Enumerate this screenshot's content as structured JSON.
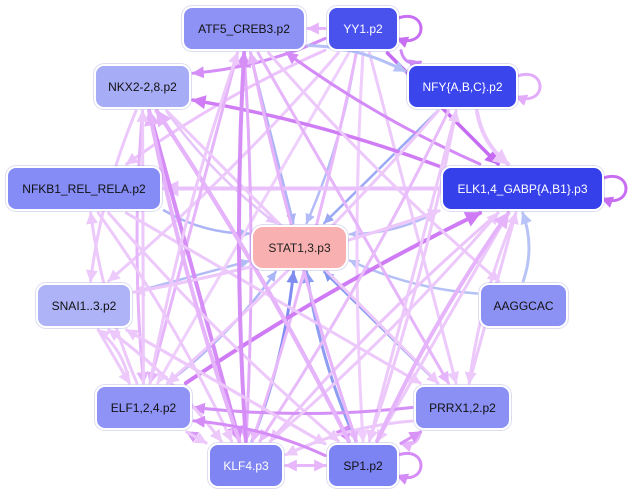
{
  "nodes": [
    {
      "id": "stat",
      "label": "STAT1,3.p3",
      "color": "#f9b0b0",
      "tone": "center"
    },
    {
      "id": "atf5",
      "label": "ATF5_CREB3.p2",
      "color": "#8e92f5",
      "tone": "mid"
    },
    {
      "id": "yy1",
      "label": "YY1.p2",
      "color": "#4a52ee",
      "tone": "dark"
    },
    {
      "id": "nkx2",
      "label": "NKX2-2,8.p2",
      "color": "#a7acf6",
      "tone": "mid"
    },
    {
      "id": "nfy",
      "label": "NFY{A,B,C}.p2",
      "color": "#3b45ec",
      "tone": "dark"
    },
    {
      "id": "nfkb",
      "label": "NFKB1_REL_RELA.p2",
      "color": "#858cf5",
      "tone": "mid"
    },
    {
      "id": "elk",
      "label": "ELK1,4_GABP{A,B1}.p3",
      "color": "#3640ea",
      "tone": "dark"
    },
    {
      "id": "snai",
      "label": "SNAI1..3.p2",
      "color": "#aeb3f7",
      "tone": "mid"
    },
    {
      "id": "aagg",
      "label": "AAGGCAC",
      "color": "#8c91f4",
      "tone": "mid"
    },
    {
      "id": "elf",
      "label": "ELF1,2,4.p2",
      "color": "#8e93f5",
      "tone": "mid"
    },
    {
      "id": "prrx",
      "label": "PRRX1,2.p2",
      "color": "#8a90f4",
      "tone": "mid"
    },
    {
      "id": "klf4",
      "label": "KLF4.p3",
      "color": "#7f86f3",
      "tone": "dark"
    },
    {
      "id": "sp1",
      "label": "SP1.p2",
      "color": "#7c84f3",
      "tone": "mid"
    }
  ],
  "edges": [
    {
      "from": "atf5",
      "to": "stat",
      "color": "#a9b4f7",
      "width": 2.5
    },
    {
      "from": "yy1",
      "to": "stat",
      "color": "#b3bbf8",
      "width": 2.5
    },
    {
      "from": "nkx2",
      "to": "stat",
      "color": "#e4c4fa",
      "width": 2.5
    },
    {
      "from": "nfy",
      "to": "stat",
      "color": "#9ba8f4",
      "width": 2.5
    },
    {
      "from": "nfkb",
      "to": "stat",
      "color": "#aab4f6",
      "width": 2.5
    },
    {
      "from": "elk",
      "to": "stat",
      "color": "#b4bcf8",
      "width": 2.5
    },
    {
      "from": "snai",
      "to": "stat",
      "color": "#b4bcf8",
      "width": 2.5
    },
    {
      "from": "aagg",
      "to": "stat",
      "color": "#b4c0f6",
      "width": 2.5
    },
    {
      "from": "elf",
      "to": "stat",
      "color": "#aab6f7",
      "width": 2.5
    },
    {
      "from": "prrx",
      "to": "stat",
      "color": "#7f95ee",
      "width": 2.5
    },
    {
      "from": "klf4",
      "to": "stat",
      "color": "#7f8df0",
      "width": 3
    },
    {
      "from": "sp1",
      "to": "stat",
      "color": "#8c9df2",
      "width": 3
    },
    {
      "from": "yy1",
      "to": "atf5",
      "color": "#e7b4fb",
      "width": 3
    },
    {
      "from": "yy1",
      "to": "nkx2",
      "color": "#d58ef7",
      "width": 3
    },
    {
      "from": "yy1",
      "to": "nfy",
      "color": "#d08af6",
      "width": 3
    },
    {
      "from": "yy1",
      "to": "elk",
      "color": "#c56cf3",
      "width": 3.5
    },
    {
      "from": "yy1",
      "to": "nfkb",
      "color": "#ecc3fb",
      "width": 3
    },
    {
      "from": "yy1",
      "to": "snai",
      "color": "#eccafb",
      "width": 3
    },
    {
      "from": "yy1",
      "to": "elf",
      "color": "#efd0fc",
      "width": 3
    },
    {
      "from": "yy1",
      "to": "klf4",
      "color": "#e8b8fb",
      "width": 3
    },
    {
      "from": "yy1",
      "to": "sp1",
      "color": "#efcdfc",
      "width": 3
    },
    {
      "from": "yy1",
      "to": "prrx",
      "color": "#eccafb",
      "width": 3
    },
    {
      "from": "elk",
      "to": "nkx2",
      "color": "#cf7cf5",
      "width": 3.5
    },
    {
      "from": "elk",
      "to": "atf5",
      "color": "#d48af7",
      "width": 3
    },
    {
      "from": "elk",
      "to": "nfkb",
      "color": "#eac2fb",
      "width": 4
    },
    {
      "from": "elk",
      "to": "snai",
      "color": "#edc9fb",
      "width": 3
    },
    {
      "from": "elk",
      "to": "klf4",
      "color": "#ebc4fb",
      "width": 3
    },
    {
      "from": "elk",
      "to": "sp1",
      "color": "#ecc8fb",
      "width": 3
    },
    {
      "from": "elk",
      "to": "prrx",
      "color": "#ecc8fb",
      "width": 3
    },
    {
      "from": "elf",
      "to": "elk",
      "color": "#cf7bf5",
      "width": 4
    },
    {
      "from": "atf5",
      "to": "prrx",
      "color": "#e5b4fa",
      "width": 3
    },
    {
      "from": "atf5",
      "to": "klf4",
      "color": "#e2acfa",
      "width": 3
    },
    {
      "from": "atf5",
      "to": "sp1",
      "color": "#e6b7fb",
      "width": 3
    },
    {
      "from": "atf5",
      "to": "elf",
      "color": "#e5b4fa",
      "width": 3
    },
    {
      "from": "atf5",
      "to": "aagg",
      "color": "#ecc8fb",
      "width": 3
    },
    {
      "from": "atf5",
      "to": "nfy",
      "color": "#b5bff8",
      "width": 3
    },
    {
      "from": "nkx2",
      "to": "klf4",
      "color": "#d58cf7",
      "width": 4
    },
    {
      "from": "nkx2",
      "to": "sp1",
      "color": "#d58cf7",
      "width": 4
    },
    {
      "from": "nkx2",
      "to": "elf",
      "color": "#e5b4fa",
      "width": 3
    },
    {
      "from": "nkx2",
      "to": "prrx",
      "color": "#ecc8fb",
      "width": 3
    },
    {
      "from": "nkx2",
      "to": "snai",
      "color": "#ecc8fb",
      "width": 3
    },
    {
      "from": "nfy",
      "to": "klf4",
      "color": "#e8bbfb",
      "width": 3
    },
    {
      "from": "nfy",
      "to": "sp1",
      "color": "#ecc8fb",
      "width": 3
    },
    {
      "from": "nfy",
      "to": "elf",
      "color": "#ecc8fb",
      "width": 3
    },
    {
      "from": "nfy",
      "to": "elk",
      "color": "#ecc8fb",
      "width": 4
    },
    {
      "from": "nfkb",
      "to": "prrx",
      "color": "#ecc8fb",
      "width": 3
    },
    {
      "from": "nfkb",
      "to": "sp1",
      "color": "#ecc8fb",
      "width": 3
    },
    {
      "from": "nfkb",
      "to": "klf4",
      "color": "#ecc8fb",
      "width": 3
    },
    {
      "from": "snai",
      "to": "elf",
      "color": "#ecc8fb",
      "width": 3
    },
    {
      "from": "snai",
      "to": "klf4",
      "color": "#ecc8fb",
      "width": 3
    },
    {
      "from": "snai",
      "to": "elk",
      "color": "#ecc8fb",
      "width": 3
    },
    {
      "from": "snai",
      "to": "sp1",
      "color": "#ecc8fb",
      "width": 3
    },
    {
      "from": "aagg",
      "to": "elk",
      "color": "#b8c4f7",
      "width": 3
    },
    {
      "from": "prrx",
      "to": "elf",
      "color": "#d590f7",
      "width": 3
    },
    {
      "from": "prrx",
      "to": "elk",
      "color": "#ecc8fb",
      "width": 3
    },
    {
      "from": "prrx",
      "to": "sp1",
      "color": "#e5b4fa",
      "width": 3
    },
    {
      "from": "prrx",
      "to": "klf4",
      "color": "#ecc8fb",
      "width": 3
    },
    {
      "from": "klf4",
      "to": "elf",
      "color": "#d99af7",
      "width": 3
    },
    {
      "from": "klf4",
      "to": "elk",
      "color": "#ecc8fb",
      "width": 3
    },
    {
      "from": "klf4",
      "to": "atf5",
      "color": "#d68ef7",
      "width": 4
    },
    {
      "from": "klf4",
      "to": "sp1",
      "color": "#e7b6fb",
      "width": 3
    },
    {
      "from": "klf4",
      "to": "nkx2",
      "color": "#e5b4fa",
      "width": 4
    },
    {
      "from": "klf4",
      "to": "snai",
      "color": "#ecc8fb",
      "width": 3
    },
    {
      "from": "sp1",
      "to": "klf4",
      "color": "#e7b6fb",
      "width": 3
    },
    {
      "from": "sp1",
      "to": "elf",
      "color": "#d58cf7",
      "width": 3
    },
    {
      "from": "sp1",
      "to": "elk",
      "color": "#e5b4fa",
      "width": 4
    },
    {
      "from": "sp1",
      "to": "prrx",
      "color": "#d893f7",
      "width": 3
    },
    {
      "from": "sp1",
      "to": "atf5",
      "color": "#e5b4fa",
      "width": 3
    },
    {
      "from": "sp1",
      "to": "nkx2",
      "color": "#e5b4fa",
      "width": 4
    },
    {
      "from": "sp1",
      "to": "snai",
      "color": "#ecc8fb",
      "width": 3
    },
    {
      "from": "sp1",
      "to": "nfy",
      "color": "#ecc8fb",
      "width": 3
    },
    {
      "from": "elf",
      "to": "atf5",
      "color": "#ecc8fb",
      "width": 3
    },
    {
      "from": "elf",
      "to": "nkx2",
      "color": "#ecc8fb",
      "width": 3
    },
    {
      "from": "elf",
      "to": "nfkb",
      "color": "#ecc8fb",
      "width": 3
    },
    {
      "from": "elf",
      "to": "snai",
      "color": "#ecc8fb",
      "width": 3
    },
    {
      "from": "elf",
      "to": "klf4",
      "color": "#ecc8fb",
      "width": 3
    }
  ],
  "self_loops": [
    {
      "node": "yy1",
      "color": "#c86ef3"
    },
    {
      "node": "nfy",
      "color": "#e2acfa"
    },
    {
      "node": "elk",
      "color": "#c86ef3"
    },
    {
      "node": "sp1",
      "color": "#d58cf7"
    }
  ]
}
